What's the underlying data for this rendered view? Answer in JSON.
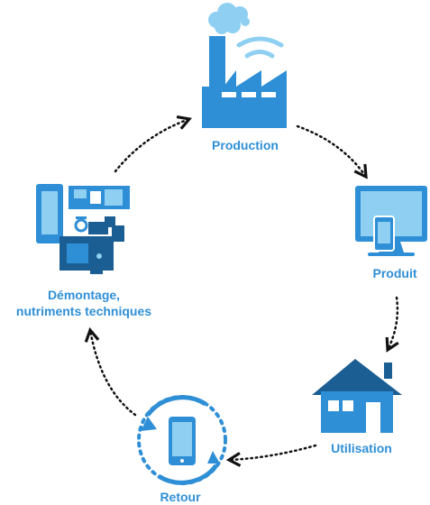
{
  "nodes": {
    "production": {
      "label": "Production",
      "icon": "factory-icon"
    },
    "produit": {
      "label": "Produit",
      "icon": "monitor-phone-icon"
    },
    "utilisation": {
      "label": "Utilisation",
      "icon": "house-icon"
    },
    "retour": {
      "label": "Retour",
      "icon": "phone-return-icon"
    },
    "demontage": {
      "label_line1": "Démontage,",
      "label_line2": "nutriments techniques",
      "icon": "disassembled-phone-icon"
    }
  },
  "colors": {
    "primary": "#2f8fd6",
    "dark": "#1b5e94",
    "light": "#8fd0f2",
    "arrow": "#111111"
  }
}
